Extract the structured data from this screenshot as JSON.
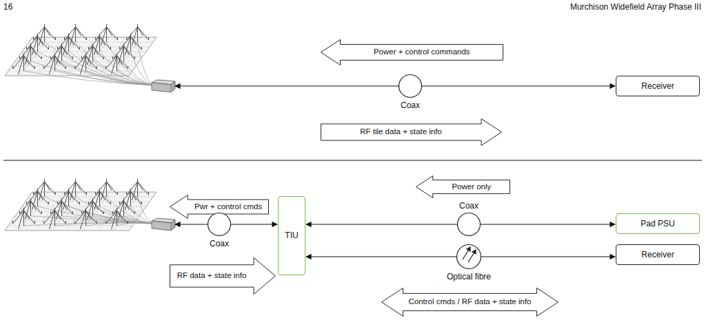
{
  "diagram": {
    "nodes": [
      {
        "text": [
          "Power + control commands"
        ]
      },
      {
        "text": [
          "Coax"
        ]
      },
      {
        "text": [
          "Receiver"
        ]
      },
      {
        "text": [
          "RF tile data + state info"
        ]
      },
      {
        "text": [
          "Power only"
        ]
      },
      {
        "text": [
          "Pwr + control cmds"
        ]
      },
      {
        "text": [
          "TIU"
        ]
      },
      {
        "text": [
          "Coax"
        ]
      },
      {
        "text": [
          "Pad PSU"
        ]
      },
      {
        "text": [
          "Coax"
        ]
      },
      {
        "text": [
          "Receiver"
        ]
      },
      {
        "text": [
          "Optical fibre"
        ]
      },
      {
        "text": [
          "RF data + state info"
        ]
      },
      {
        "text": [
          "Control cmds / RF data + state info"
        ]
      }
    ],
    "edges": [
      {
        "from": 1,
        "to": 2,
        "arrow": "to"
      },
      {
        "from": 7,
        "to": 6,
        "arrow": "to"
      },
      {
        "from": 7,
        "to": 8,
        "arrow": "to"
      },
      {
        "from": 9,
        "to": 6,
        "arrow": "to"
      },
      {
        "from": 11,
        "to": 6,
        "arrow": "to"
      },
      {
        "from": 11,
        "to": 10,
        "arrow": "to"
      }
    ],
    "labels": [
      "16",
      "Murchison Widefield Array Phase III"
    ]
  }
}
